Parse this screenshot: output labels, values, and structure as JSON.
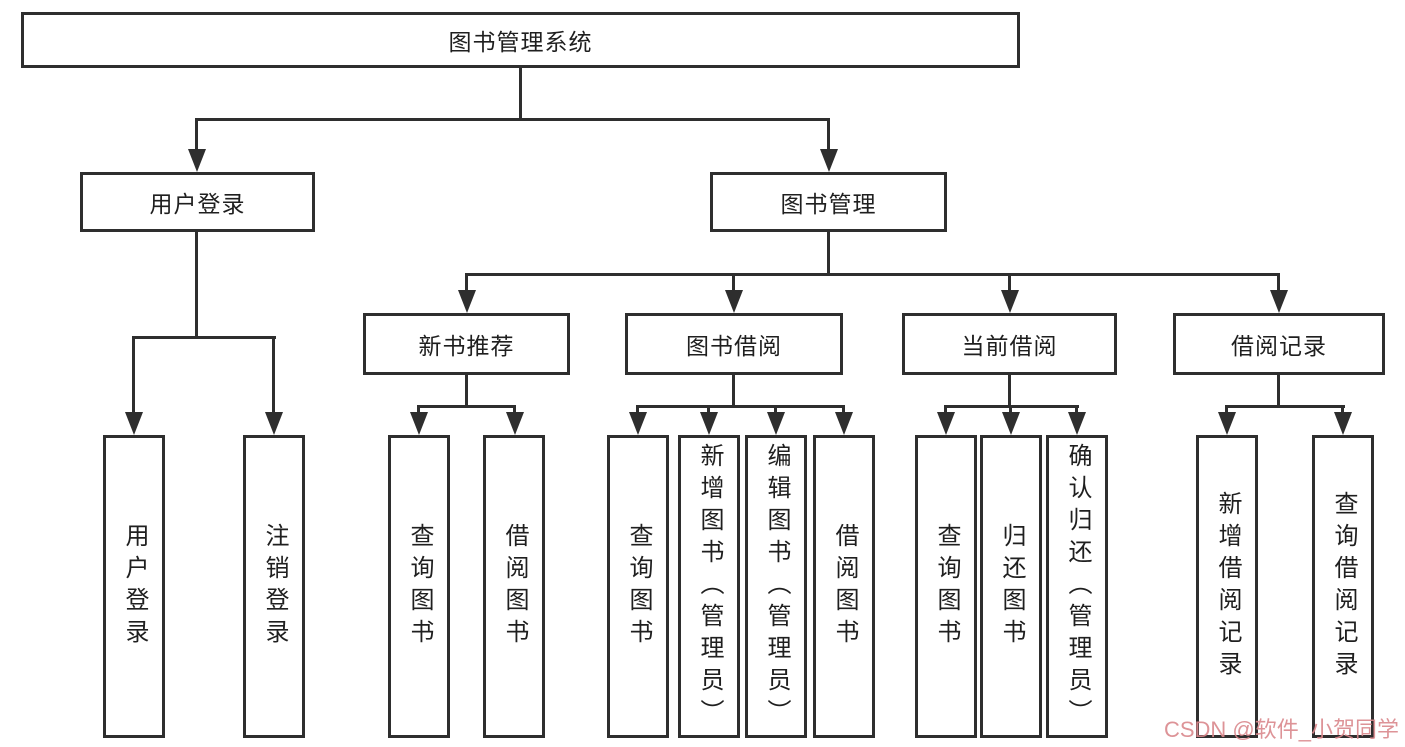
{
  "page": {
    "background": "#ffffff",
    "line_color": "#2e2e2e",
    "text_color": "#1f1f1f"
  },
  "watermark": {
    "text": "CSDN @软件_小贺同学",
    "color": "#d9878c"
  },
  "tree": {
    "root": {
      "label": "图书管理系统"
    },
    "level2": [
      {
        "label": "用户登录",
        "children": [
          {
            "label": "用户登录"
          },
          {
            "label": "注销登录"
          }
        ]
      },
      {
        "label": "图书管理",
        "children": [
          {
            "label": "新书推荐",
            "children": [
              {
                "label": "查询图书"
              },
              {
                "label": "借阅图书"
              }
            ]
          },
          {
            "label": "图书借阅",
            "children": [
              {
                "label": "查询图书"
              },
              {
                "label": "新增图书（管理员）"
              },
              {
                "label": "编辑图书（管理员）"
              },
              {
                "label": "借阅图书"
              }
            ]
          },
          {
            "label": "当前借阅",
            "children": [
              {
                "label": "查询图书"
              },
              {
                "label": "归还图书"
              },
              {
                "label": "确认归还（管理员）"
              }
            ]
          },
          {
            "label": "借阅记录",
            "children": [
              {
                "label": "新增借阅记录"
              },
              {
                "label": "查询借阅记录"
              }
            ]
          }
        ]
      }
    ]
  }
}
